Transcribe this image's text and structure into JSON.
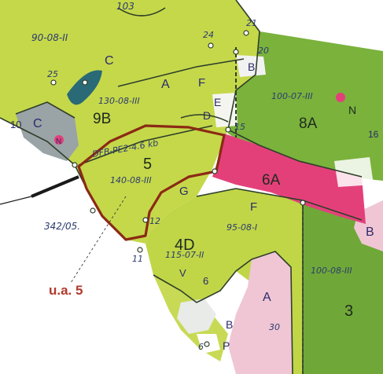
{
  "map": {
    "stand_labels": {
      "s5": "5",
      "s9b": "9B",
      "s8a": "8A",
      "s6a": "6A",
      "s4d": "4D",
      "s3": "3",
      "sA_left": "A",
      "sA_pink": "A",
      "sC_top": "C",
      "sC_left": "C",
      "sB_top": "B",
      "sB_right": "B",
      "sB_bottom": "B",
      "sF_top": "F",
      "sF_mid": "F",
      "sE": "E",
      "sD": "D",
      "sG": "G",
      "sN_right": "N",
      "sN_left": "N",
      "sV": "V",
      "sP": "P",
      "s6c": "6",
      "s10": "10",
      "s16": "16"
    },
    "handwritten": {
      "h_top": "90-08-II",
      "h_9b": "130-08-III",
      "h_8a": "100-07-III",
      "h_5a": "DFB-PE2-4.6 kb",
      "h_5b": "140-08-III",
      "h_4d_a": "95-08-I",
      "h_4d_b": "115-07-II",
      "h_3": "100-08-III",
      "h_pink": "30",
      "h_25": "25",
      "h_24": "24",
      "h_21": "21",
      "h_20": "20",
      "h_15": "15",
      "h_12": "12",
      "h_11": "11",
      "h_6": "6",
      "h_parcel": "342/05.",
      "h_top_cut": "103"
    },
    "callout": "u.a. 5",
    "colors": {
      "yellow_green": "#c5d84a",
      "green_dark": "#7ab23c",
      "pink": "#e3407a",
      "pink_light": "#f0c6d4",
      "boundary_red": "#8b2a14",
      "line_dark": "#2f3f2a"
    }
  }
}
